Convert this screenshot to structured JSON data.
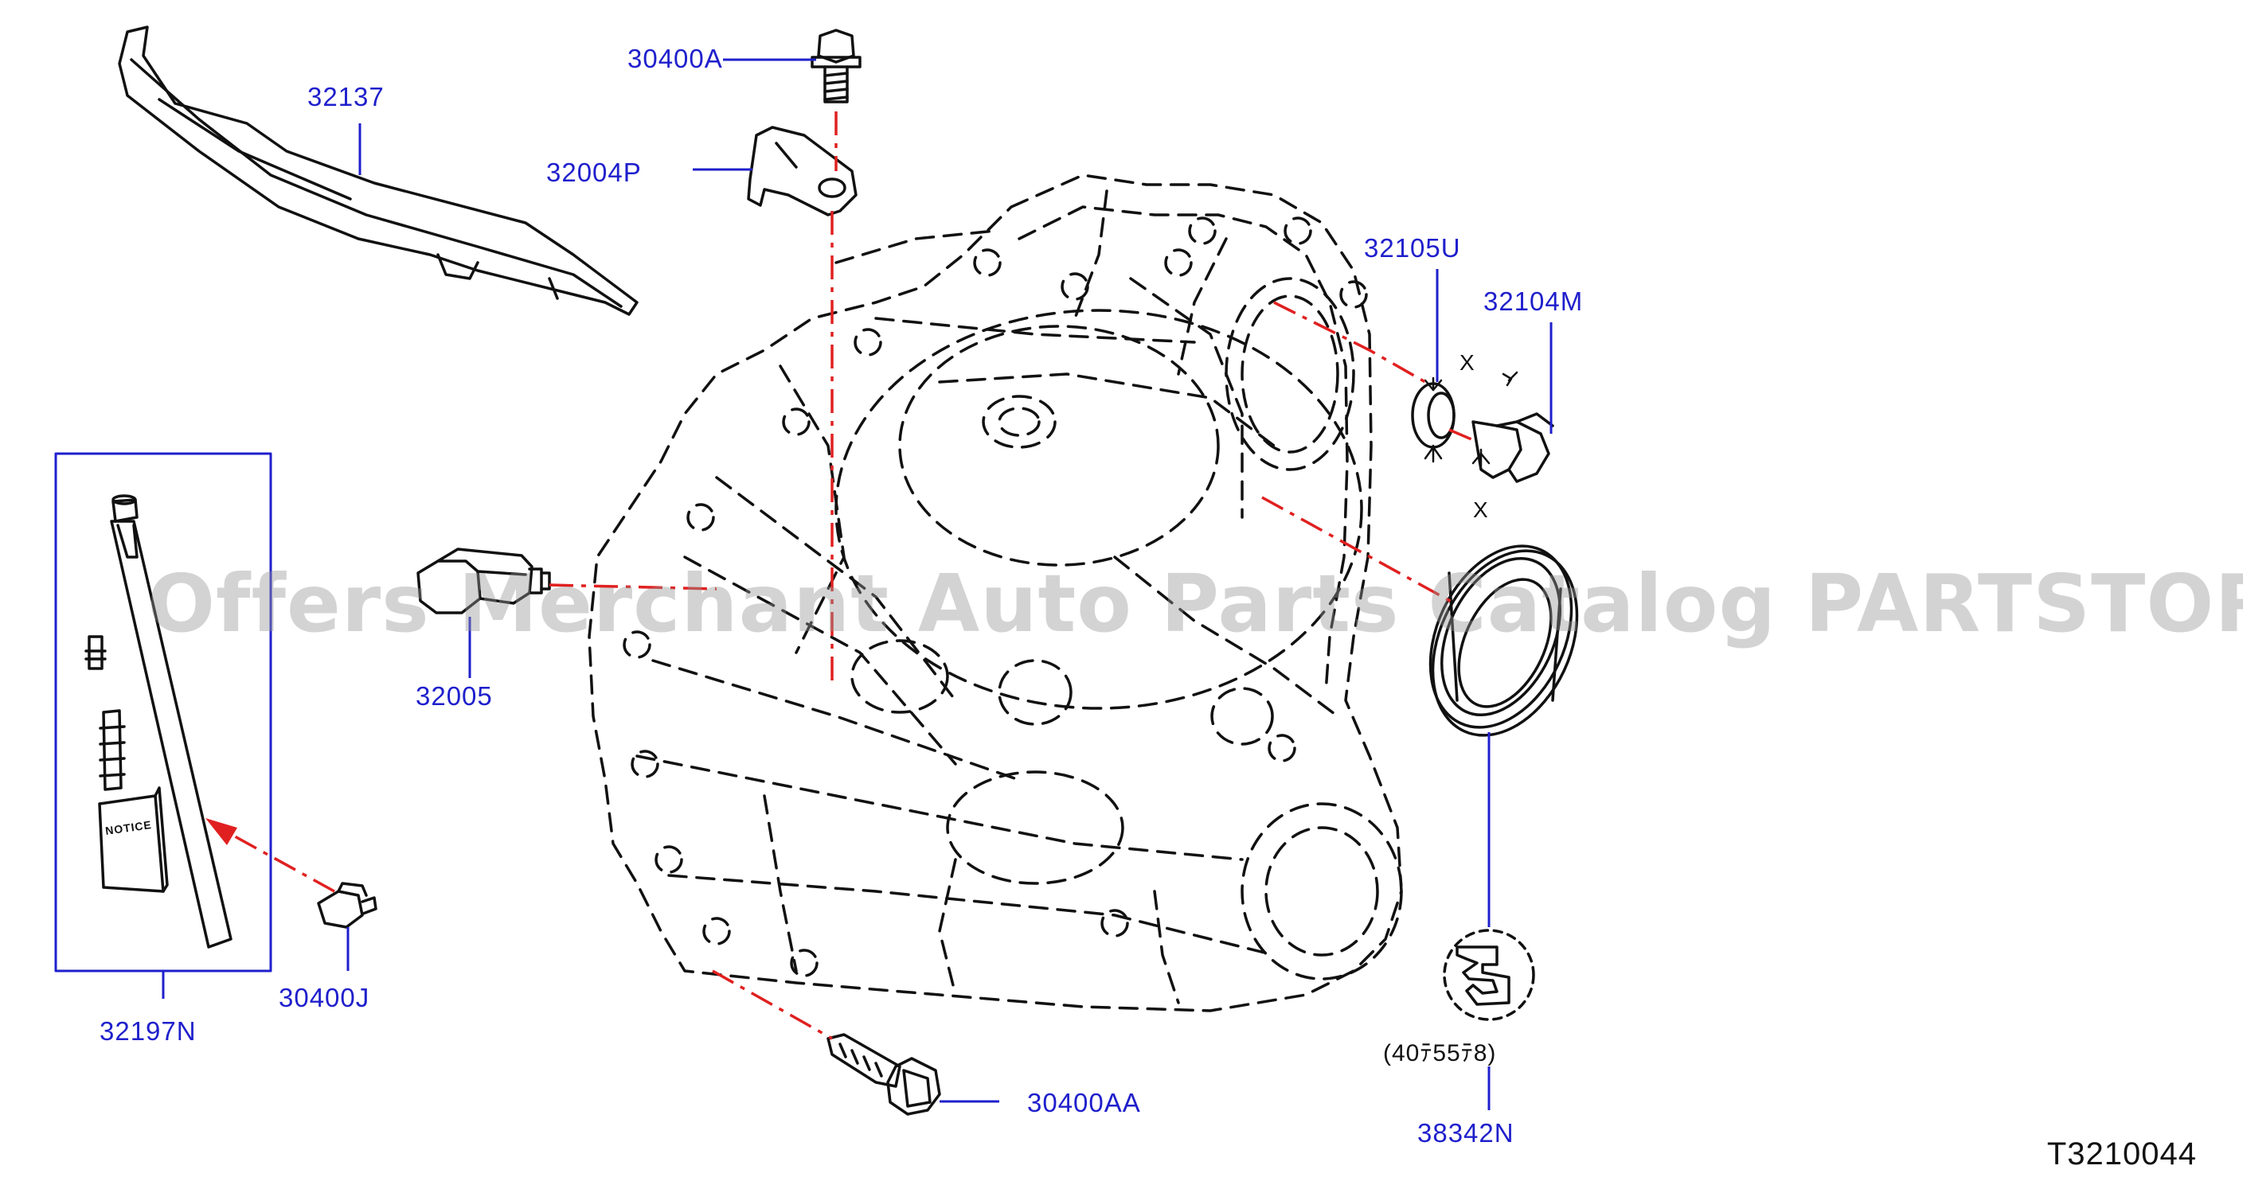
{
  "parts": [
    {
      "id": "p32137",
      "number": "32137"
    },
    {
      "id": "p30400A",
      "number": "30400A"
    },
    {
      "id": "p32004P",
      "number": "32004P"
    },
    {
      "id": "p32105U",
      "number": "32105U"
    },
    {
      "id": "p32104M",
      "number": "32104M"
    },
    {
      "id": "p32005",
      "number": "32005"
    },
    {
      "id": "p32197N",
      "number": "32197N"
    },
    {
      "id": "p30400J",
      "number": "30400J"
    },
    {
      "id": "p30400AA",
      "number": "30400AA"
    },
    {
      "id": "p38342N",
      "number": "38342N"
    }
  ],
  "labels": {
    "p32137": "32137",
    "p30400A": "30400A",
    "p32004P": "32004P",
    "p32105U": "32105U",
    "p32104M": "32104M",
    "p32005": "32005",
    "p32197N": "32197N",
    "p30400J": "30400J",
    "p30400AA": "30400AA",
    "p38342N": "38342N"
  },
  "seal_dimension": "(40ﾃ55ﾃ8)",
  "x_mark": "X",
  "notice_text": "NOTICE",
  "watermark": "Offers Merchant Auto Parts Catalog PARTSTORE.SA",
  "diagram_code": "T3210044",
  "colors": {
    "label": "#1f1fcc",
    "leader": "#1f1fcc",
    "centerline": "#e02020",
    "drawing": "#111111"
  }
}
